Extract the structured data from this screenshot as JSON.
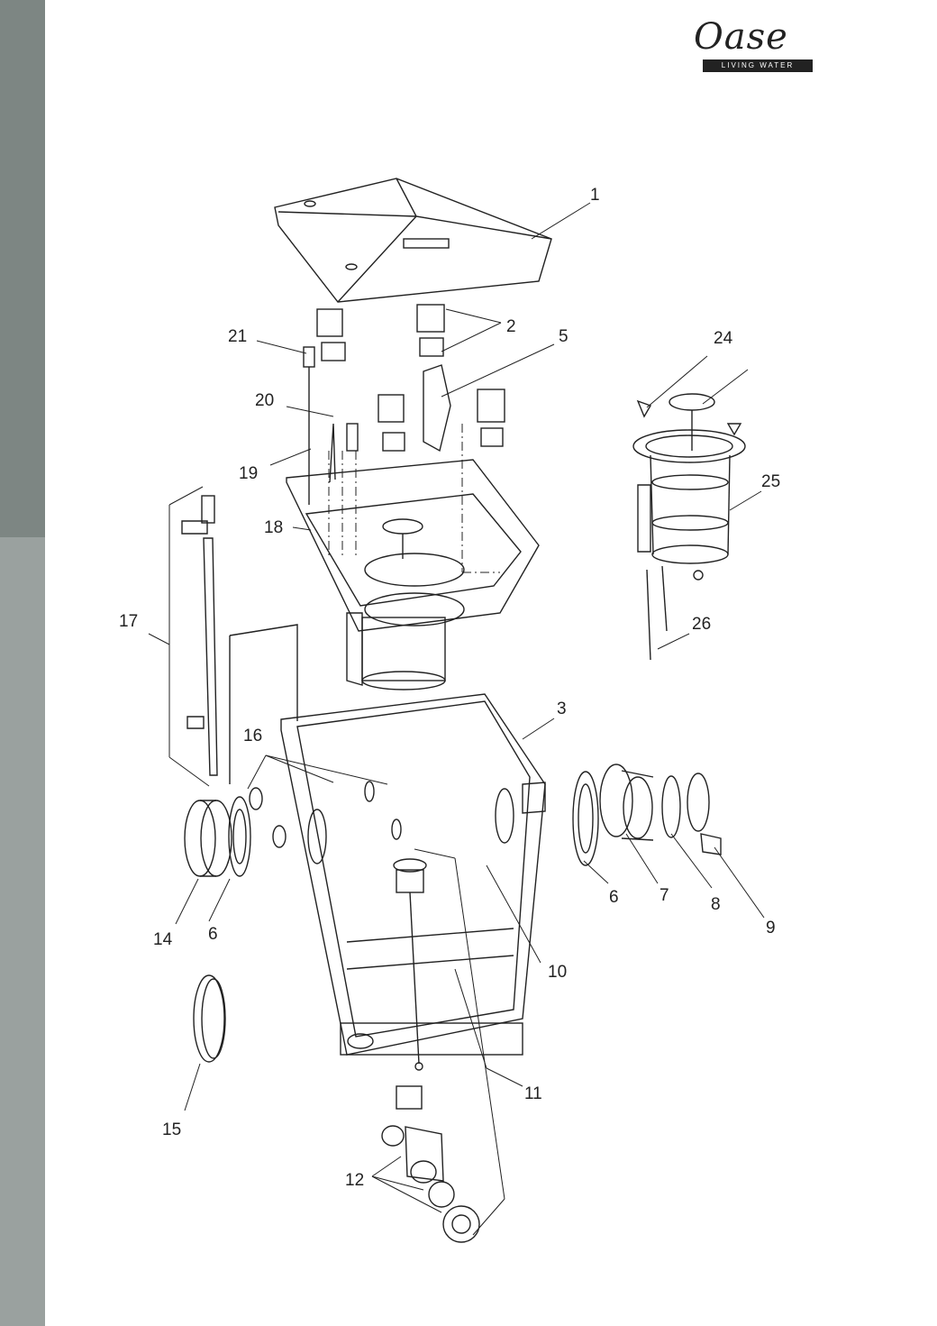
{
  "brand": {
    "name": "Oase",
    "tagline": "LIVING WATER"
  },
  "diagram": {
    "callouts": [
      "1",
      "2",
      "5",
      "21",
      "24",
      "20",
      "19",
      "25",
      "18",
      "17",
      "26",
      "3",
      "16",
      "6",
      "7",
      "8",
      "9",
      "14",
      "6",
      "10",
      "11",
      "15",
      "12"
    ]
  }
}
